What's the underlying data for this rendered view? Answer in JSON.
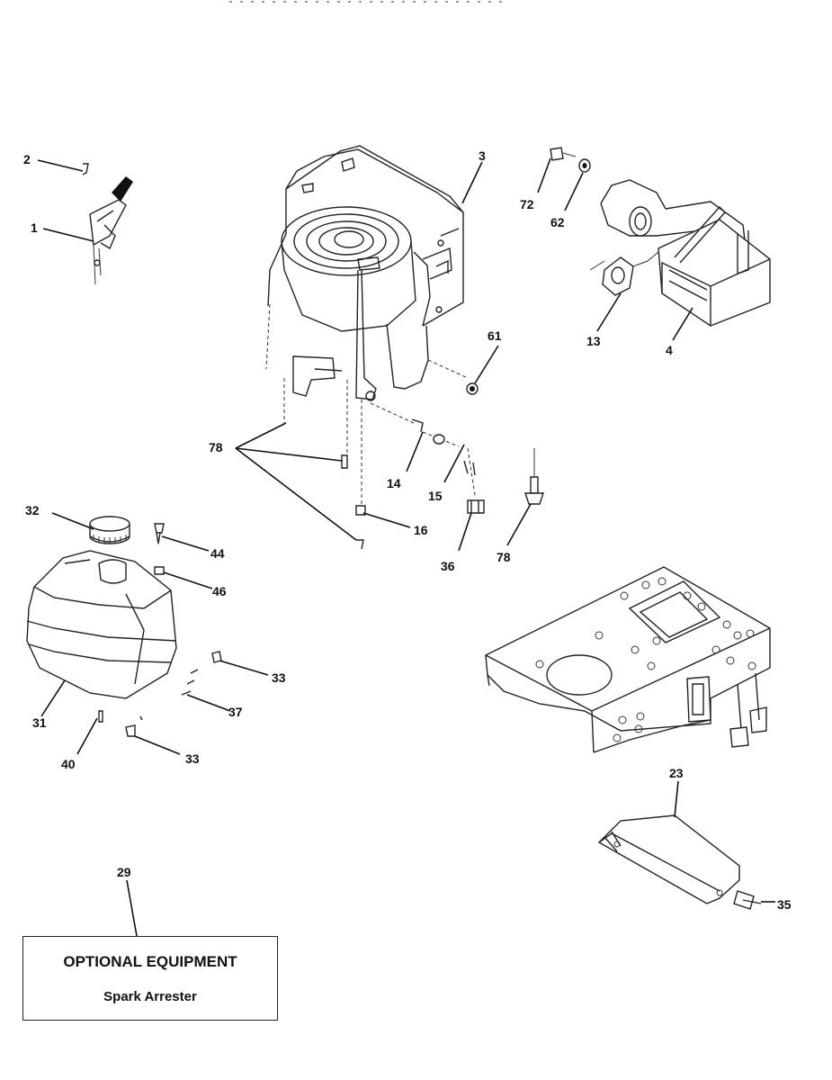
{
  "header_text": "",
  "callouts": {
    "c1": "1",
    "c2": "2",
    "c3": "3",
    "c4": "4",
    "c13": "13",
    "c14": "14",
    "c15": "15",
    "c16": "16",
    "c23": "23",
    "c29": "29",
    "c31": "31",
    "c32": "32",
    "c33a": "33",
    "c33b": "33",
    "c35": "35",
    "c36": "36",
    "c37": "37",
    "c40": "40",
    "c44": "44",
    "c46": "46",
    "c61": "61",
    "c62": "62",
    "c72": "72",
    "c78a": "78",
    "c78b": "78"
  },
  "optional_equipment": {
    "title": "OPTIONAL EQUIPMENT",
    "item": "Spark Arrester"
  }
}
